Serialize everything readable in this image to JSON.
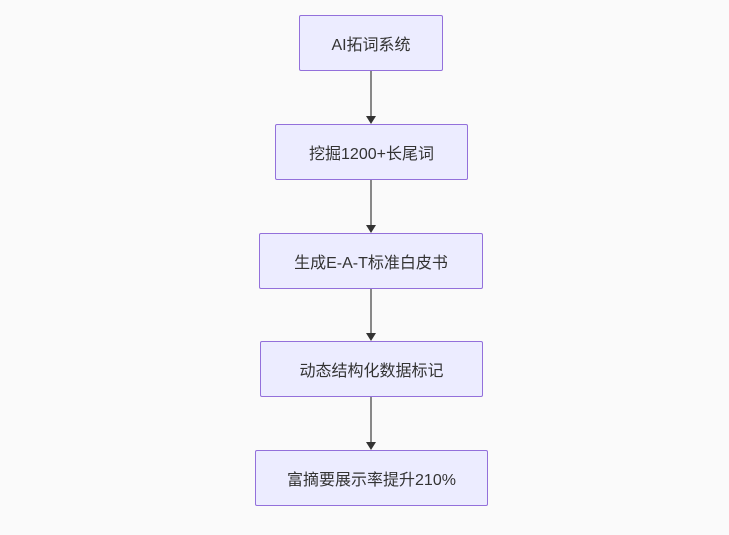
{
  "diagram": {
    "type": "flowchart",
    "direction": "top-down",
    "colors": {
      "background": "#fafafa",
      "node_fill": "#ececff",
      "node_border": "#9370db",
      "node_text": "#333333",
      "edge_line": "#888888",
      "edge_arrowhead": "#333333"
    },
    "nodes": [
      {
        "id": "n1",
        "label": "AI拓词系统"
      },
      {
        "id": "n2",
        "label": "挖掘1200+长尾词"
      },
      {
        "id": "n3",
        "label": "生成E-A-T标准白皮书"
      },
      {
        "id": "n4",
        "label": "动态结构化数据标记"
      },
      {
        "id": "n5",
        "label": "富摘要展示率提升210%"
      }
    ],
    "edges": [
      {
        "from": "n1",
        "to": "n2"
      },
      {
        "from": "n2",
        "to": "n3"
      },
      {
        "from": "n3",
        "to": "n4"
      },
      {
        "from": "n4",
        "to": "n5"
      }
    ]
  }
}
